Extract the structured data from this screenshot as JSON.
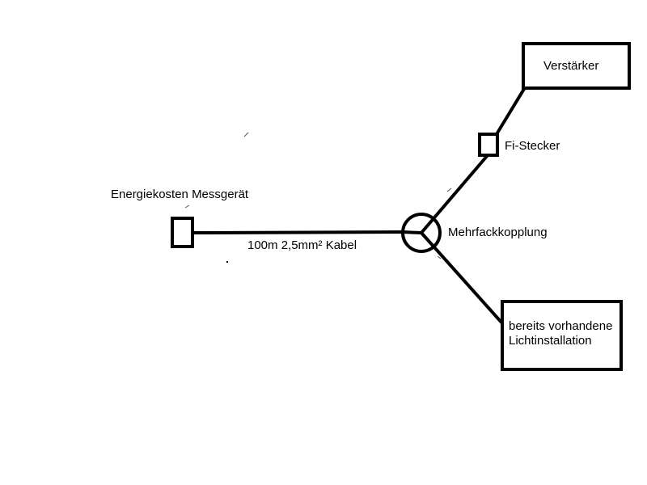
{
  "labels": {
    "meter": "Energiekosten Messgerät",
    "cable": "100m 2,5mm² Kabel",
    "coupler": "Mehrfackkopplung",
    "plug": "Fi-Stecker",
    "amplifier": "Verstärker",
    "existing_lighting_line1": "bereits vorhandene",
    "existing_lighting_line2": "Lichtinstallation"
  },
  "colors": {
    "stroke": "#000000",
    "background": "#ffffff"
  }
}
